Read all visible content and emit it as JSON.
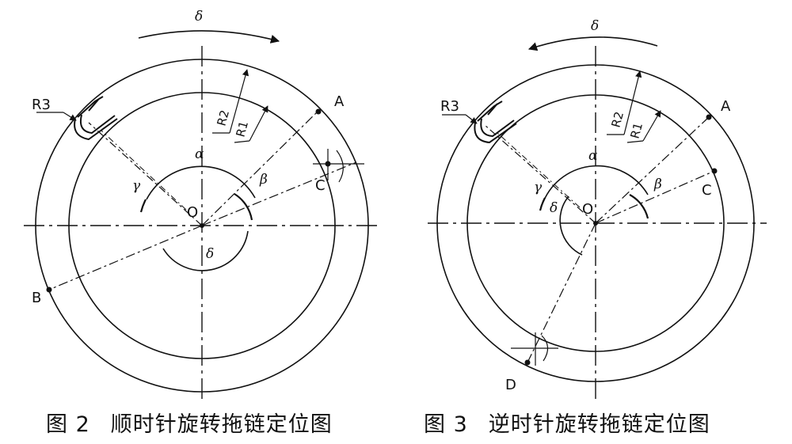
{
  "figures": [
    {
      "caption_number": "图 2",
      "caption_text": "顺时针旋转拖链定位图",
      "labels": {
        "rotation": "δ",
        "radius_outer": "R2",
        "radius_inner": "R1",
        "radius_bend": "R3",
        "center": "O",
        "point_a": "A",
        "point_b": "B",
        "point_c": "C",
        "alpha": "α",
        "beta": "β",
        "gamma": "γ",
        "delta": "δ"
      }
    },
    {
      "caption_number": "图 3",
      "caption_text": "逆时针旋转拖链定位图",
      "labels": {
        "rotation": "δ",
        "radius_outer": "R2",
        "radius_inner": "R1",
        "radius_bend": "R3",
        "center": "O",
        "point_a": "A",
        "point_c": "C",
        "point_d": "D",
        "alpha": "α",
        "beta": "β",
        "gamma": "γ",
        "delta": "δ"
      }
    }
  ]
}
